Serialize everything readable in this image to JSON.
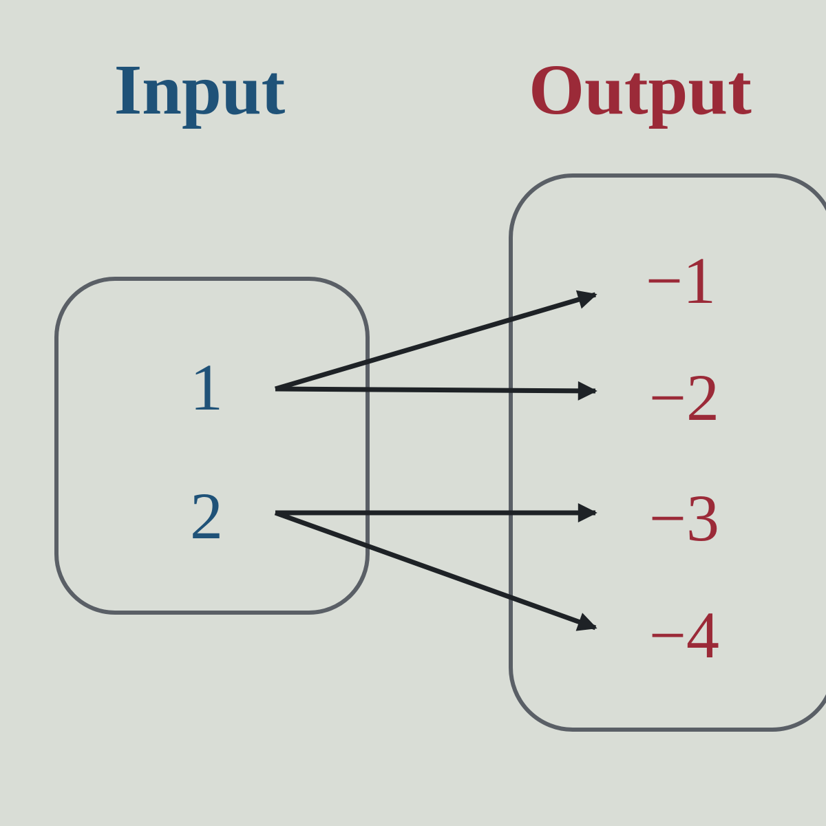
{
  "input_title": "Input",
  "output_title": "Output",
  "inputs": [
    "1",
    "2"
  ],
  "outputs": [
    "−1",
    "−2",
    "−3",
    "−4"
  ],
  "mappings": [
    {
      "from": 0,
      "to": 0
    },
    {
      "from": 0,
      "to": 1
    },
    {
      "from": 1,
      "to": 2
    },
    {
      "from": 1,
      "to": 3
    }
  ],
  "colors": {
    "input": "#1f5278",
    "output": "#9b2a38",
    "arrow": "#1e2226",
    "box": "#5a5f66"
  }
}
